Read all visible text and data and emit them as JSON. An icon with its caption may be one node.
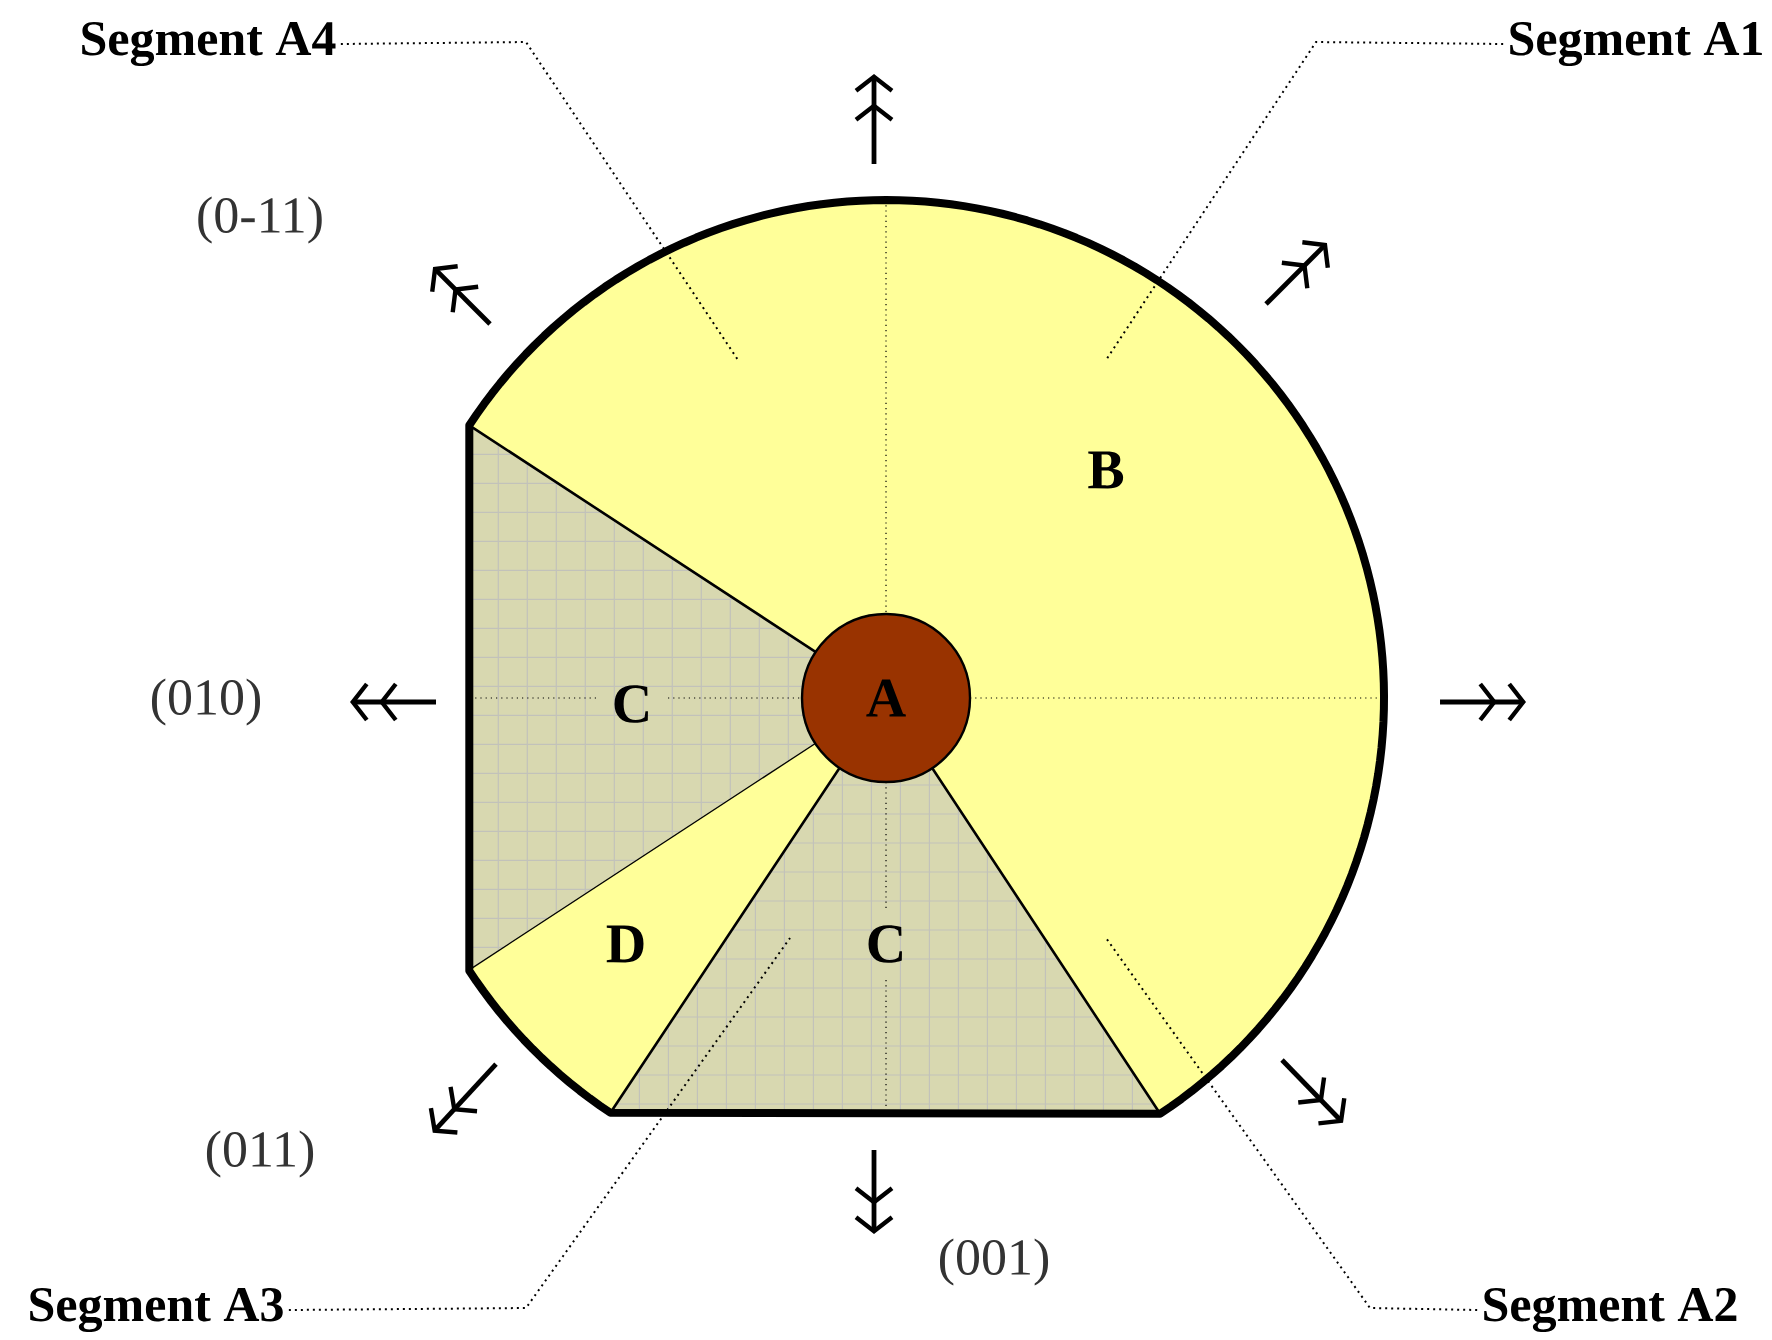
{
  "diagram": {
    "nodes": [
      {
        "text": [
          "Segment A4"
        ]
      },
      {
        "text": [
          "Segment A1"
        ]
      },
      {
        "text": [
          "B"
        ]
      },
      {
        "text": [
          "C"
        ]
      },
      {
        "text": [
          "A"
        ]
      },
      {
        "text": [
          "D"
        ]
      },
      {
        "text": [
          "C"
        ]
      },
      {
        "text": [
          "Segment A3"
        ]
      },
      {
        "text": [
          "Segment A2"
        ]
      }
    ],
    "edges": [
      {
        "from": 0,
        "to": 2,
        "arrow": "none"
      },
      {
        "from": 1,
        "to": 2,
        "arrow": "none"
      },
      {
        "from": 7,
        "to": 6,
        "arrow": "none"
      },
      {
        "from": 8,
        "to": 2,
        "arrow": "none"
      }
    ],
    "labels": [
      "(0-11)",
      "(010)",
      "(011)",
      "(001)"
    ]
  }
}
